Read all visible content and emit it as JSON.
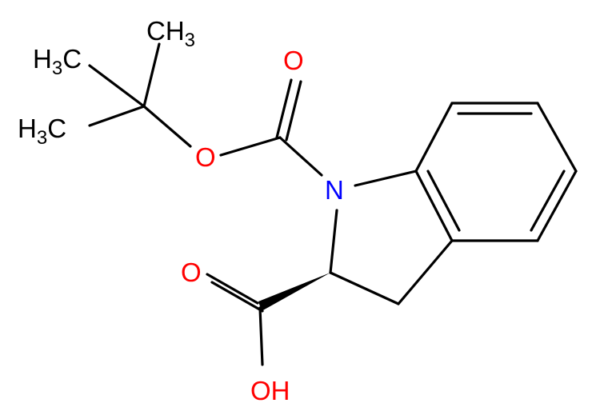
{
  "diagram": {
    "type": "skeletal-structural-formula",
    "colors": {
      "bond": "#000000",
      "carbon_label": "#000000",
      "oxygen_label": "#ff0000",
      "nitrogen_label": "#0000ff"
    },
    "labels": {
      "ch3_top": {
        "main": "CH",
        "sub": "3"
      },
      "ch3_upper_left": {
        "main": "H",
        "sub": "3",
        "tail": "C"
      },
      "ch3_lower_left": {
        "main": "H",
        "sub": "3",
        "tail": "C"
      },
      "ester_oxygen": "O",
      "carbonyl_oxygen_boc": "O",
      "ring_nitrogen": "N",
      "carbonyl_oxygen_acid": "O",
      "hydroxyl": "OH"
    },
    "stereo": "wedge bond at C2 toward the carboxylic acid carbon"
  }
}
